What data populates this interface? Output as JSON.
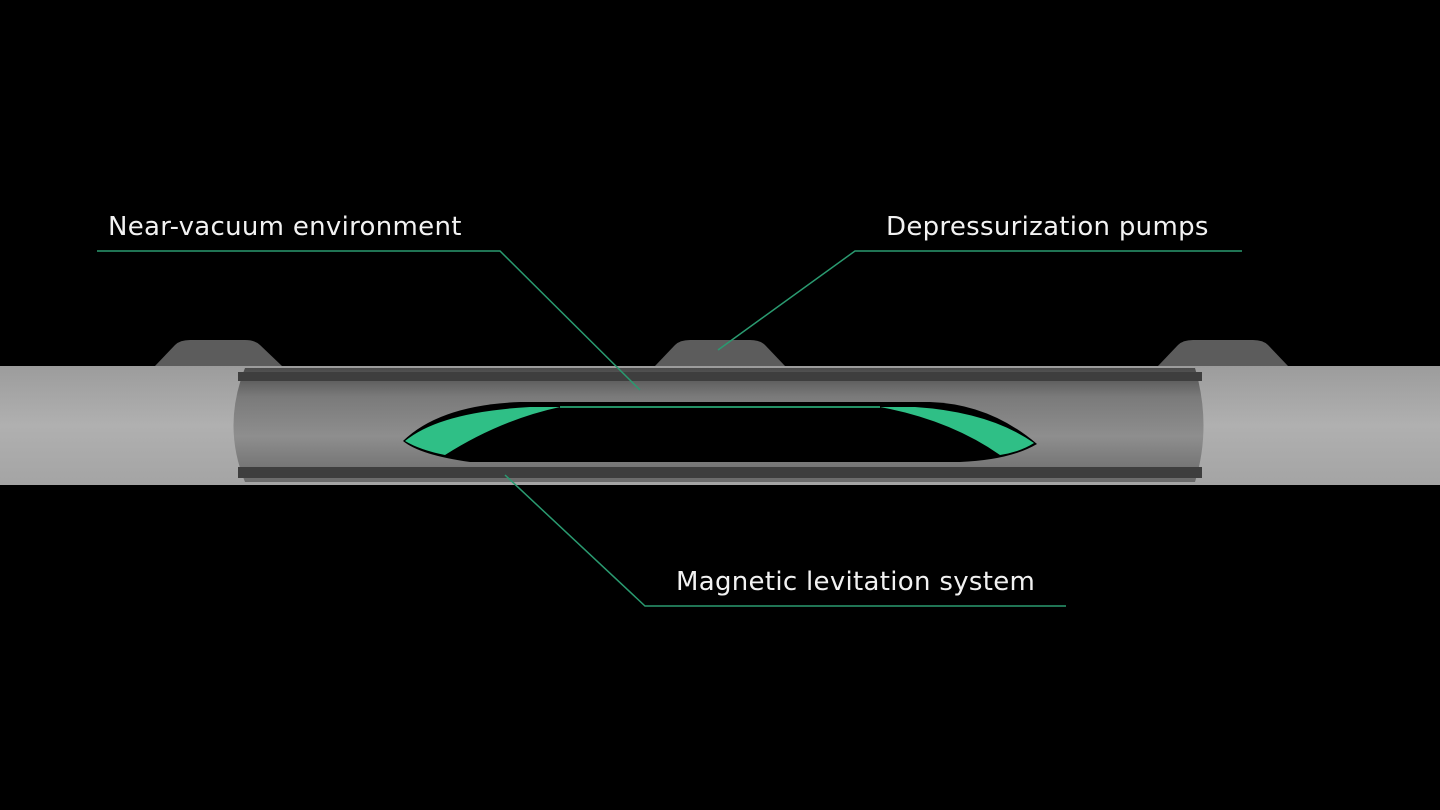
{
  "labels": {
    "near_vacuum": "Near-vacuum environment",
    "pumps": "Depressurization pumps",
    "maglev": "Magnetic levitation system"
  },
  "colors": {
    "background": "#000000",
    "accent_green": "#2fbf86",
    "leader_line": "#2a9a70",
    "tube_outer": "#a9a9a9",
    "tube_inner": "#6f6f6f",
    "pump": "#5c5c5c"
  }
}
